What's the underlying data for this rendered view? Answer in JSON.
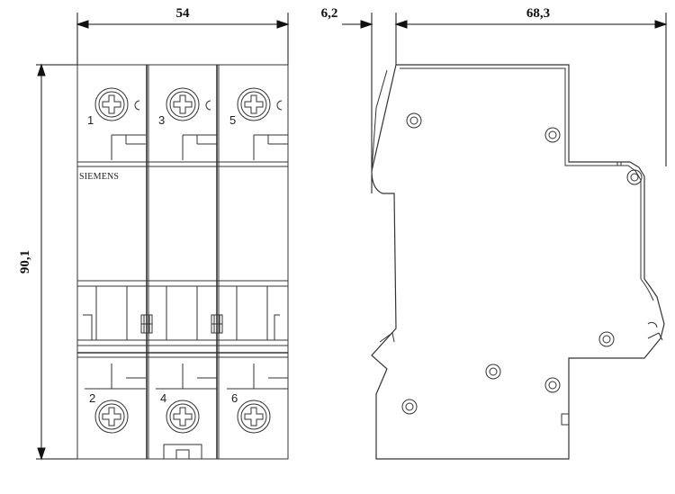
{
  "dimensions": {
    "width": "54",
    "height": "90,1",
    "side_offset": "6,2",
    "depth": "68,3"
  },
  "front_view": {
    "brand": "SIEMENS",
    "top_terminals": [
      "1",
      "3",
      "5"
    ],
    "bottom_terminals": [
      "2",
      "4",
      "6"
    ]
  },
  "colors": {
    "line": "#333333",
    "dim_line": "#111111"
  }
}
